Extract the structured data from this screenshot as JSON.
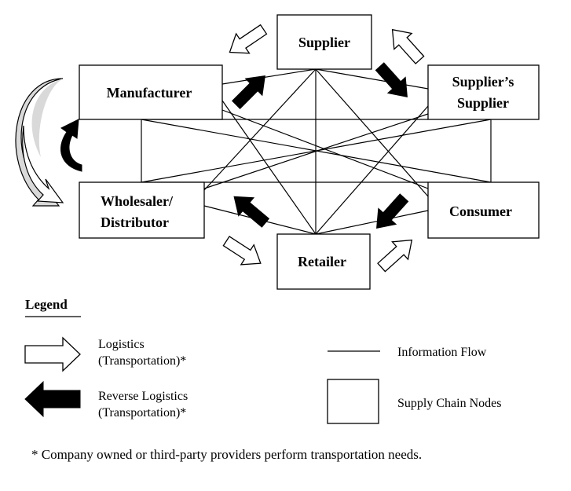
{
  "nodes": {
    "supplier": "Supplier",
    "manufacturer": "Manufacturer",
    "suppliers_supplier_line1": "Supplier’s",
    "suppliers_supplier_line2": "Supplier",
    "wholesaler_line1": "Wholesaler/",
    "wholesaler_line2": "Distributor",
    "consumer": "Consumer",
    "retailer": "Retailer"
  },
  "legend": {
    "title": "Legend",
    "logistics_line1": "Logistics",
    "logistics_line2": "(Transportation)*",
    "reverse_line1": "Reverse Logistics",
    "reverse_line2": "(Transportation)*",
    "information_flow": "Information Flow",
    "supply_chain_nodes": "Supply Chain Nodes"
  },
  "footnote": "* Company owned or third-party providers perform transportation needs.",
  "colors": {
    "stroke": "#000000",
    "logistics_fill": "#ffffff",
    "reverse_fill": "#000000",
    "loop_fill": "#d9d9d9"
  }
}
